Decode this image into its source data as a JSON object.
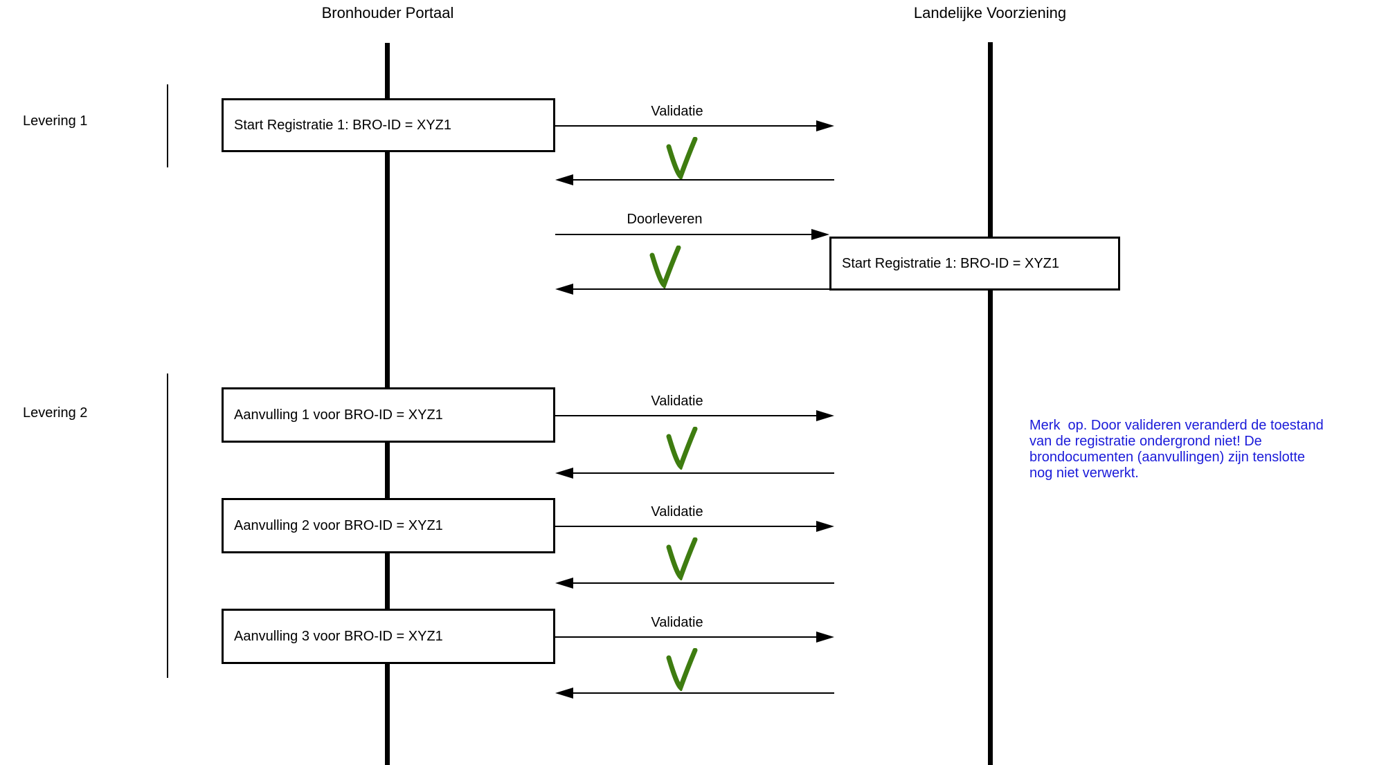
{
  "diagram": {
    "type": "sequence-diagram",
    "actors": [
      {
        "name": "Bronhouder Portaal"
      },
      {
        "name": "Landelijke Voorziening"
      }
    ],
    "groups": [
      {
        "label": "Levering 1"
      },
      {
        "label": "Levering 2"
      }
    ],
    "boxes": [
      {
        "id": "start-registratie-bronhouder",
        "label": "Start Registratie 1: BRO-ID = XYZ1"
      },
      {
        "id": "start-registratie-landelijke-voorziening",
        "label": "Start Registratie 1: BRO-ID = XYZ1"
      },
      {
        "id": "aanvulling-1",
        "label": "Aanvulling 1 voor BRO-ID = XYZ1"
      },
      {
        "id": "aanvulling-2",
        "label": "Aanvulling 2 voor BRO-ID = XYZ1"
      },
      {
        "id": "aanvulling-3",
        "label": "Aanvulling 3 voor BRO-ID = XYZ1"
      }
    ],
    "messages": [
      {
        "label": "Validatie",
        "direction": "right",
        "result_icon": "green-checkmark"
      },
      {
        "label": "Doorleveren",
        "direction": "right",
        "result_icon": "green-checkmark"
      },
      {
        "label": "Validatie",
        "direction": "right",
        "result_icon": "green-checkmark"
      },
      {
        "label": "Validatie",
        "direction": "right",
        "result_icon": "green-checkmark"
      },
      {
        "label": "Validatie",
        "direction": "right",
        "result_icon": "green-checkmark"
      }
    ],
    "note": {
      "lines": [
        "Merk  op. Door valideren veranderd de toestand",
        "van de registratie ondergrond niet! De",
        "brondocumenten (aanvullingen) zijn tenslotte",
        "nog niet verwerkt."
      ]
    },
    "colors": {
      "check_green": "#3e7c10",
      "note_blue": "#1a1ad9",
      "line_black": "#000000"
    }
  }
}
